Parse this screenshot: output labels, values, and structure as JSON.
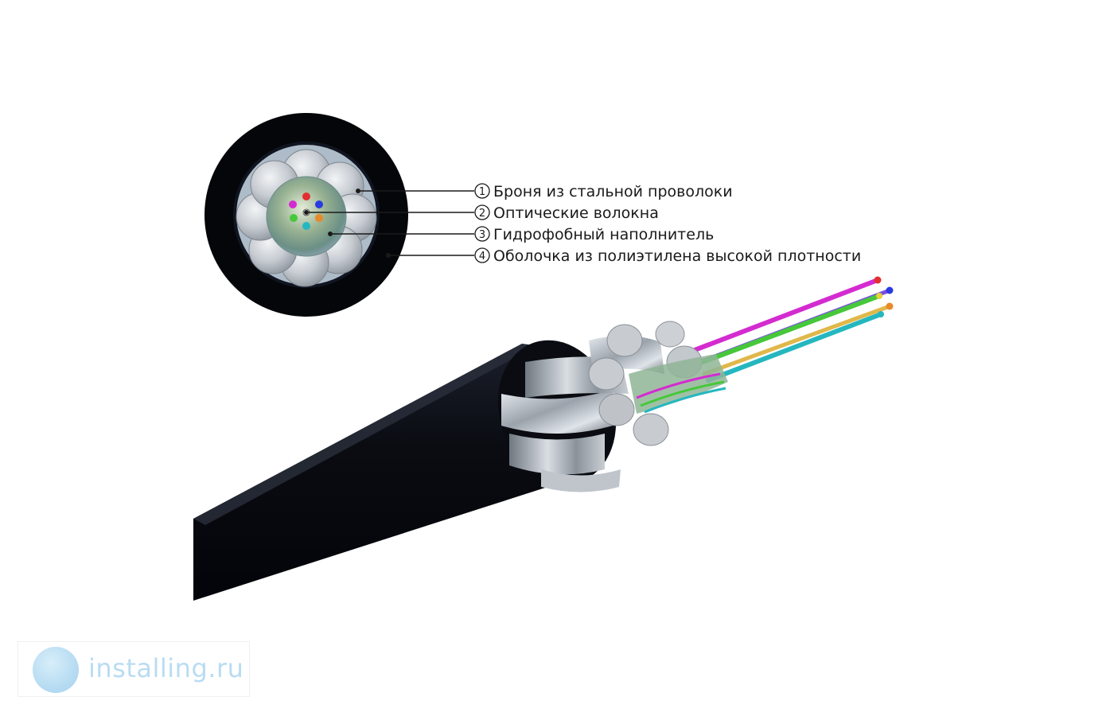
{
  "callouts": [
    {
      "num": "1",
      "label": "Броня из стальной проволоки"
    },
    {
      "num": "2",
      "label": "Оптические волокна"
    },
    {
      "num": "3",
      "label": "Гидрофобный наполнитель"
    },
    {
      "num": "4",
      "label": "Оболочка из полиэтилена высокой плотности"
    }
  ],
  "watermark": {
    "text": "installing.ru"
  },
  "colors": {
    "sheath": "#0b0d14",
    "steel_wire": "#c9cfd6",
    "fiber_magenta": "#d42bd0",
    "fiber_green": "#46c83a",
    "fiber_cyan": "#25b7c0",
    "fiber_tip_red": "#e23030",
    "fiber_tip_blue": "#2a3be0",
    "fiber_tip_yellow": "#e6d23a",
    "fiber_tip_orange": "#e88a2a",
    "text": "#1a1a1a",
    "watermark": "#b9dcf1"
  }
}
